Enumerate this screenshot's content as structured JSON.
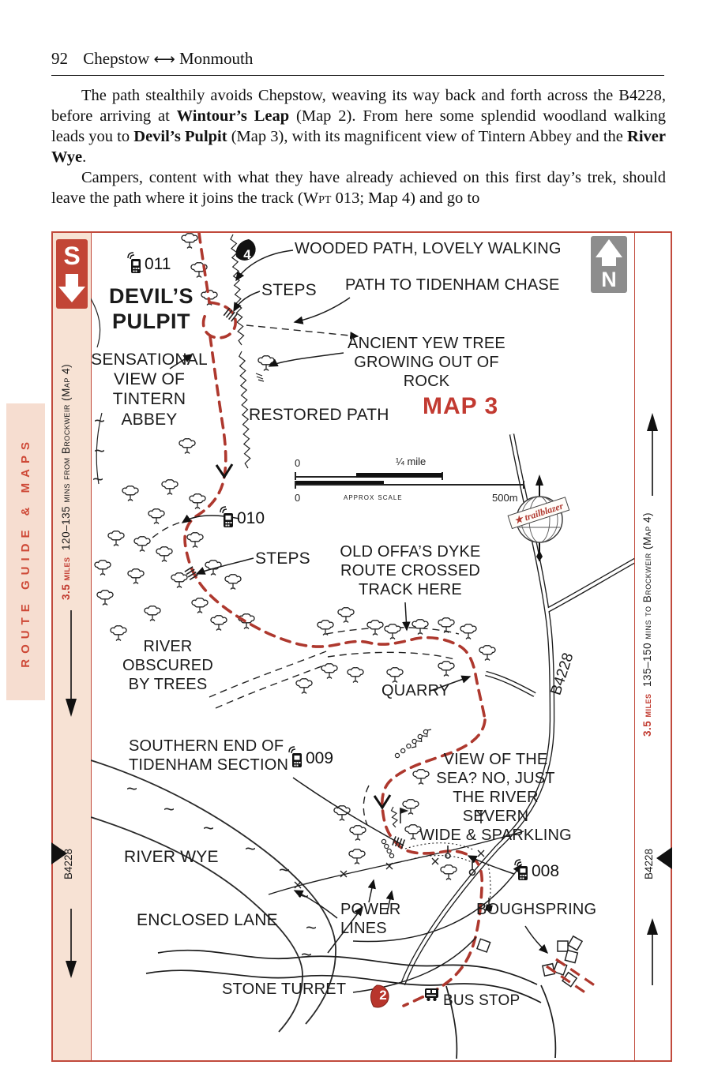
{
  "header": {
    "number": "92",
    "place_a": "Chepstow",
    "arrow": "⟷",
    "place_b": "Monmouth"
  },
  "body": {
    "p1": {
      "s0": "The path stealthily avoids Chepstow, weaving its way back and forth across the B4228, before arriving at ",
      "s1": "Wintour’s Leap",
      "s2": " (Map 2). From here some splendid woodland walking leads you to ",
      "s3": "Devil’s Pulpit",
      "s4": " (Map 3), with its magnificent view of Tintern Abbey and the ",
      "s5": "River Wye",
      "s6": "."
    },
    "p2": {
      "s0": "Campers, content with what they have already achieved on this first day’s trek, should leave the path where it joins the track (",
      "s1": "Wpt",
      "s2": " 013; Map 4) and go to"
    }
  },
  "sidebar_tab": "ROUTE GUIDE & MAPS",
  "map": {
    "title": "MAP 3",
    "brand": "★ trailblazer",
    "compass": {
      "south": "S",
      "north": "N"
    },
    "margins": {
      "left": {
        "distance": "3.5 miles",
        "time": "120–135 mins from Brockweir (Map 4)",
        "road": "B4228"
      },
      "right": {
        "distance": "3.5 miles",
        "time": "135–150 mins to Brockweir (Map 4)",
        "road": "B4228"
      }
    },
    "scale": {
      "zero_imperial": "0",
      "quarter_mile": "¼ mile",
      "zero_metric": "0",
      "label": "approx scale",
      "metric": "500m"
    },
    "markers": {
      "map4": "4",
      "map2": "2"
    },
    "waypoints": {
      "wpt011": "011",
      "wpt010": "010",
      "wpt009": "009",
      "wpt008": "008"
    },
    "labels": {
      "wooded_path": "WOODED PATH, LOVELY WALKING",
      "steps_top": "STEPS",
      "path_tidenham": "PATH TO TIDENHAM CHASE",
      "ancient_yew": "ANCIENT YEW TREE\nGROWING OUT OF ROCK",
      "devils_pulpit": "DEVIL’S\nPULPIT",
      "sensational": "SENSATIONAL\nVIEW OF\nTINTERN\nABBEY",
      "restored_path": "RESTORED PATH",
      "steps_mid": "STEPS",
      "old_offas": "OLD OFFA’S DYKE\nROUTE CROSSED\nTRACK HERE",
      "river_obscured": "RIVER\nOBSCURED\nBY TREES",
      "quarry": "QUARRY",
      "road_diag": "B4228",
      "southern_end": "SOUTHERN END OF\nTIDENHAM SECTION",
      "view_sea": "VIEW OF THE\nSEA? NO, JUST\nTHE RIVER SEVERN\nWIDE & SPARKLING",
      "river_wye": "RIVER WYE",
      "enclosed_lane": "ENCLOSED LANE",
      "power_lines": "POWER\nLINES",
      "boughspring": "BOUGHSPRING",
      "stone_turret": "STONE TURRET",
      "bus_stop": "BUS STOP"
    },
    "colors": {
      "trail": "#ae382e",
      "border": "#c14a3c",
      "accent": "#c23a31",
      "strip": "#f7e2d4"
    }
  }
}
